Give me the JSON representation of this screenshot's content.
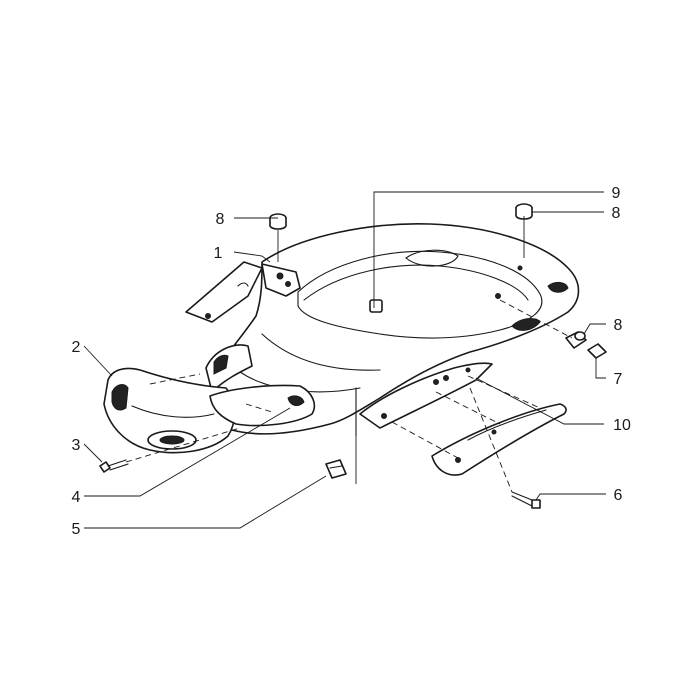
{
  "diagram": {
    "callouts": [
      {
        "id": "c1",
        "text": "1"
      },
      {
        "id": "c2",
        "text": "2"
      },
      {
        "id": "c3",
        "text": "3"
      },
      {
        "id": "c4",
        "text": "4"
      },
      {
        "id": "c5",
        "text": "5"
      },
      {
        "id": "c6",
        "text": "6"
      },
      {
        "id": "c7",
        "text": "7"
      },
      {
        "id": "c8a",
        "text": "8"
      },
      {
        "id": "c8b",
        "text": "8"
      },
      {
        "id": "c8c",
        "text": "8"
      },
      {
        "id": "c9",
        "text": "9"
      },
      {
        "id": "c10",
        "text": "10"
      }
    ]
  }
}
